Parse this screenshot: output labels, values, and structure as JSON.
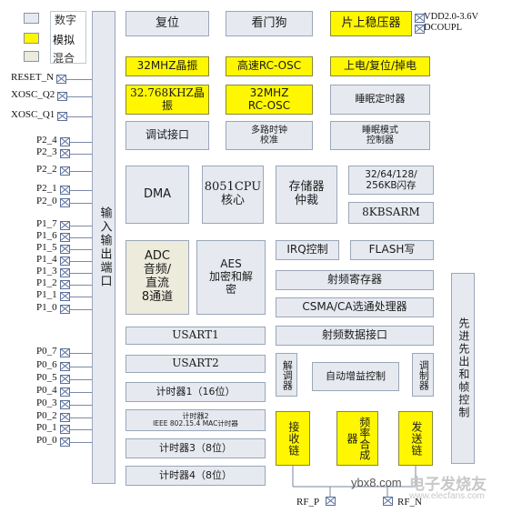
{
  "legend": {
    "digital": "数字",
    "analog": "模拟",
    "mixed": "混合",
    "colors": {
      "digital": "#e6eaf0",
      "analog": "#fff700",
      "mixed": "#ecebdc"
    }
  },
  "left_pins": [
    "RESET_N",
    "XOSC_Q2",
    "XOSC_Q1",
    "P2_4",
    "P2_3",
    "P2_2",
    "P2_1",
    "P2_0",
    "P1_7",
    "P1_6",
    "P1_5",
    "P1_4",
    "P1_3",
    "P1_2",
    "P1_1",
    "P1_0",
    "P0_7",
    "P0_6",
    "P0_5",
    "P0_4",
    "P0_3",
    "P0_2",
    "P0_1",
    "P0_0"
  ],
  "io_port": "输入输出端口",
  "blocks": {
    "reset": "复位",
    "watchdog": "看门狗",
    "regulator": "片上稳压器",
    "osc32m": "32MHZ晶振",
    "rcosc_hs": "高速RC-OSC",
    "por": "上电/复位/掉电",
    "osc32k_l1": "32.768KHZ晶",
    "osc32k_l2": "振",
    "rcosc32_l1": "32MHZ",
    "rcosc32_l2": "RC-OSC",
    "sleep_timer": "睡眠定时器",
    "debug": "调试接口",
    "clock_l1": "多路时钟",
    "clock_l2": "校准",
    "sleep_ctrl_l1": "睡眠模式",
    "sleep_ctrl_l2": "控制器",
    "dma": "DMA",
    "cpu_l1": "8051CPU",
    "cpu_l2": "核心",
    "mem_l1": "存储器",
    "mem_l2": "仲裁",
    "flash_l1": "32/64/128/",
    "flash_l2": "256KB闪存",
    "sram": "8KBSARM",
    "adc_l1": "ADC",
    "adc_l2": "音频/",
    "adc_l3": "直流",
    "adc_l4": "8通道",
    "aes_l1": "AES",
    "aes_l2": "加密和解",
    "aes_l3": "密",
    "irq": "IRQ控制",
    "flash_write": "FLASH写",
    "radio_reg": "射频寄存器",
    "csma": "CSMA/CA选通处理器",
    "fifo": "先进先出和帧控制",
    "usart1": "USART1",
    "usart2": "USART2",
    "timer1": "计时器1（16位）",
    "timer2_l1": "计时器2",
    "timer2_l2": "IEEE 802.15.4 MAC计时器",
    "timer3": "计时器3（8位）",
    "timer4": "计时器4（8位）",
    "rf_if": "射频数据接口",
    "demod": "解调器",
    "agc": "自动增益控制",
    "mod": "调制器",
    "rx": "接收链",
    "synth": "频率合成器",
    "tx": "发送链"
  },
  "power_pins": {
    "vdd": "VDD2.0-3.6V",
    "dcoupl": "DCOUPL"
  },
  "rf_pins": {
    "rfp": "RF_P",
    "rfn": "RF_N"
  },
  "watermark": {
    "site": "ybx8.com",
    "brand": "电子发烧友",
    "url": "www.elecfans.com"
  }
}
